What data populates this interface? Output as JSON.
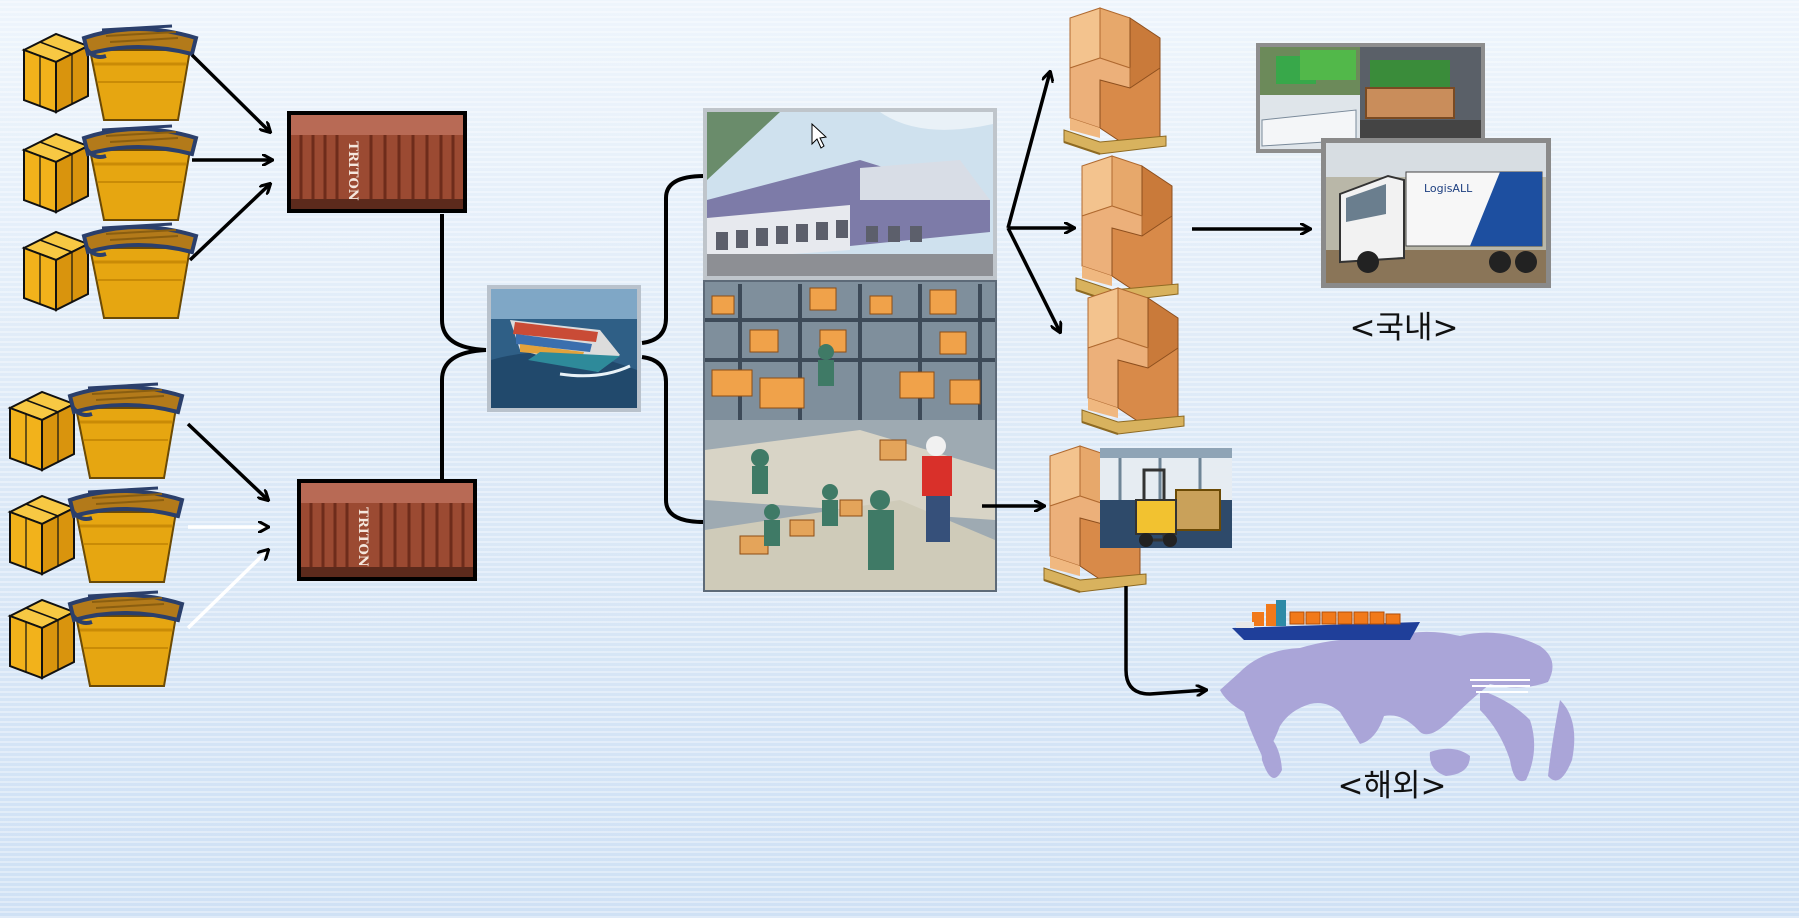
{
  "labels": {
    "domestic": "<국내>",
    "overseas": "<해외>"
  },
  "containers": [
    {
      "marking": "TRITON"
    },
    {
      "marking": "TRITON"
    }
  ],
  "truck": {
    "brand": "LogisALL"
  },
  "colors": {
    "arrow": "#000000",
    "container": "#8a3a22",
    "box": "#f2b21b",
    "bin": "#e6a611",
    "bin_lid": "#2b3f6b",
    "pallet_box": "#d98c4e",
    "pallet_wood": "#c9a15a",
    "world_map": "#a9a4d8"
  }
}
